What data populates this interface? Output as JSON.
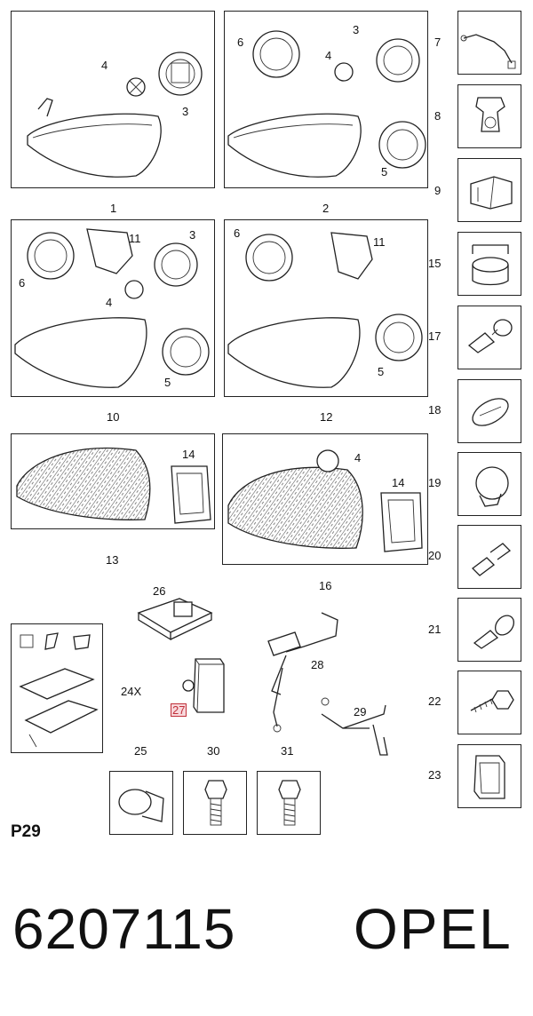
{
  "page_label": "P29",
  "footer": {
    "part_number": "6207115",
    "brand": "OPEL"
  },
  "callouts": {
    "c1": "1",
    "c2": "2",
    "c3a": "3",
    "c3b": "3",
    "c3c": "3",
    "c4a": "4",
    "c4b": "4",
    "c4c": "4",
    "c4d": "4",
    "c5a": "5",
    "c5b": "5",
    "c5c": "5",
    "c6a": "6",
    "c6b": "6",
    "c6c": "6",
    "c7": "7",
    "c8": "8",
    "c9": "9",
    "c10": "10",
    "c11a": "11",
    "c11b": "11",
    "c12": "12",
    "c13": "13",
    "c14a": "14",
    "c14b": "14",
    "c15": "15",
    "c16": "16",
    "c17": "17",
    "c18": "18",
    "c19": "19",
    "c20": "20",
    "c21": "21",
    "c22": "22",
    "c23": "23",
    "c24": "24X",
    "c25": "25",
    "c26": "26",
    "c27": "27",
    "c28": "28",
    "c29": "29",
    "c30": "30",
    "c31": "31"
  },
  "colors": {
    "highlight_text": "#c0303a",
    "highlight_bg": "#f8d8dc"
  }
}
